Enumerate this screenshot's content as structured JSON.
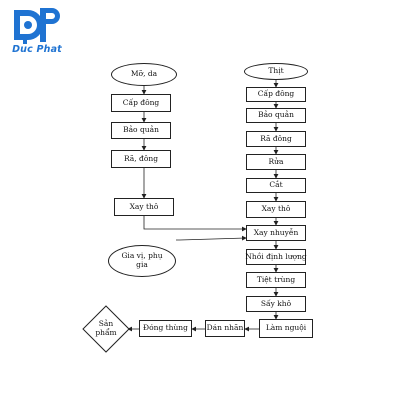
{
  "brand": {
    "logo_text": "Duc Phat",
    "color": "#1f73d2"
  },
  "flowchart": {
    "left_column": {
      "start": "Mỡ, da",
      "steps": [
        "Cấp đông",
        "Bảo quản",
        "Rã, đông",
        "Xay thô"
      ]
    },
    "right_column": {
      "start": "Thịt",
      "steps": [
        "Cấp đông",
        "Bảo quản",
        "Rã đông",
        "Rửa",
        "Cắt",
        "Xay thô",
        "Xay nhuyễn",
        "Nhồi định lượng",
        "Tiệt trùng",
        "Sấy khô",
        "Làm nguội"
      ]
    },
    "additive": "Gia vị, phụ gia",
    "bottom_row": [
      "Dán nhãn",
      "Đóng thùng"
    ],
    "end": "Sản phẩm"
  }
}
